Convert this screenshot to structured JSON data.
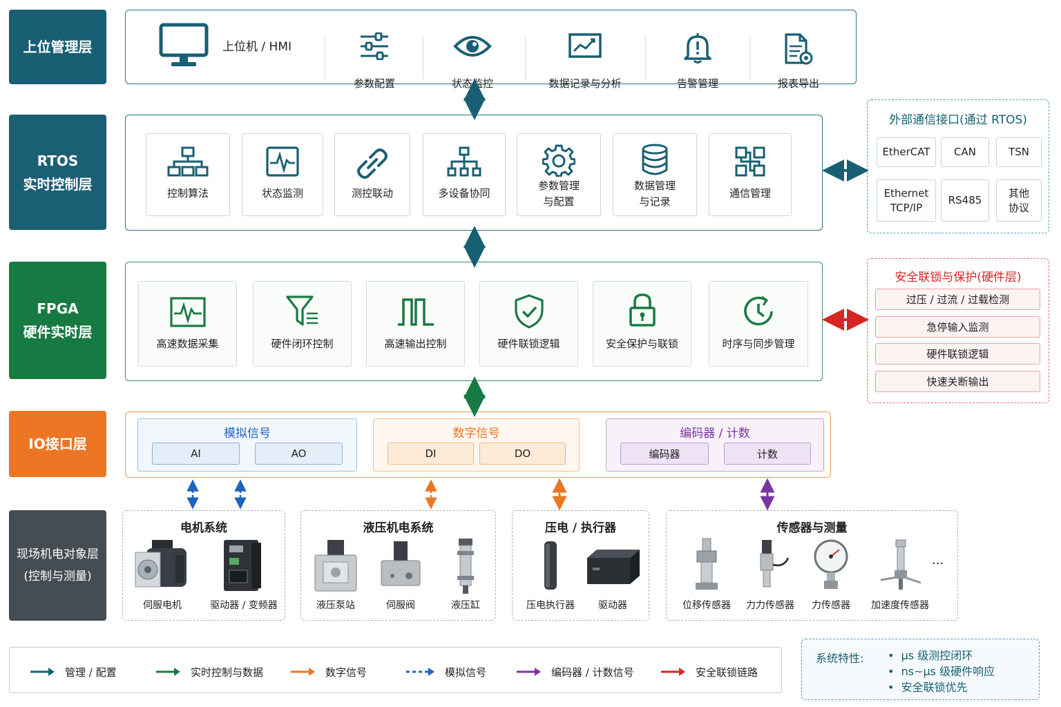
{
  "colors": {
    "mgmt": "#185f74",
    "rtos": "#1b5f75",
    "fpga": "#187a43",
    "io": "#ec7623",
    "field": "#454c52",
    "safety": "#d82525",
    "analog": "#1f63bd",
    "encoder": "#7a35a3"
  },
  "layers": {
    "mgmt": {
      "label": "上位管理层"
    },
    "rtos": {
      "label_line1": "RTOS",
      "label_line2": "实时控制层"
    },
    "fpga": {
      "label_line1": "FPGA",
      "label_line2": "硬件实时层"
    },
    "io": {
      "label": "IO接口层"
    },
    "field": {
      "label_line1": "现场机电对象层",
      "label_line2": "(控制与测量)"
    }
  },
  "mgmt_row": {
    "hmi_label": "上位机 / HMI",
    "items": [
      {
        "label": "参数配置",
        "icon": "sliders-icon"
      },
      {
        "label": "状态监控",
        "icon": "eye-icon"
      },
      {
        "label": "数据记录与分析",
        "icon": "line-chart-icon"
      },
      {
        "label": "告警管理",
        "icon": "bell-alert-icon"
      },
      {
        "label": "报表导出",
        "icon": "report-export-icon"
      }
    ]
  },
  "rtos_row": {
    "items": [
      {
        "label": "控制算法",
        "icon": "org-tree-icon"
      },
      {
        "label": "状态监测",
        "icon": "pulse-monitor-icon"
      },
      {
        "label": "测控联动",
        "icon": "link-icon"
      },
      {
        "label": "多设备协同",
        "icon": "network-icon"
      },
      {
        "label": "参数管理\n与配置",
        "icon": "gear-icon"
      },
      {
        "label": "数据管理\n与记录",
        "icon": "database-icon"
      },
      {
        "label": "通信管理",
        "icon": "comm-grid-icon"
      }
    ]
  },
  "external_comm": {
    "title": "外部通信接口(通过 RTOS)",
    "items": [
      "EtherCAT",
      "CAN",
      "TSN",
      "Ethernet\nTCP/IP",
      "RS485",
      "其他\n协议"
    ]
  },
  "fpga_row": {
    "items": [
      {
        "label": "高速数据采集",
        "icon": "waveform-icon"
      },
      {
        "label": "硬件闭环控制",
        "icon": "filter-icon"
      },
      {
        "label": "高速输出控制",
        "icon": "pulse-output-icon"
      },
      {
        "label": "硬件联锁逻辑",
        "icon": "shield-check-icon"
      },
      {
        "label": "安全保护与联锁",
        "icon": "padlock-icon"
      },
      {
        "label": "时序与同步管理",
        "icon": "clock-sync-icon"
      }
    ]
  },
  "safety": {
    "title": "安全联锁与保护(硬件层)",
    "items": [
      "过压 / 过流 / 过载检测",
      "急停输入监测",
      "硬件联锁逻辑",
      "快速关断输出"
    ]
  },
  "io_row": {
    "groups": [
      {
        "title": "模拟信号",
        "chips": [
          "AI",
          "AO"
        ]
      },
      {
        "title": "数字信号",
        "chips": [
          "DI",
          "DO"
        ]
      },
      {
        "title": "编码器 / 计数",
        "chips": [
          "编码器",
          "计数"
        ]
      }
    ]
  },
  "field_row": {
    "groups": [
      {
        "title": "电机系统",
        "devices": [
          {
            "label": "伺服电机",
            "icon": "servo-motor-icon"
          },
          {
            "label": "驱动器 / 变频器",
            "icon": "drive-unit-icon"
          }
        ]
      },
      {
        "title": "液压机电系统",
        "devices": [
          {
            "label": "液压泵站",
            "icon": "hydraulic-pump-icon"
          },
          {
            "label": "伺服阀",
            "icon": "servo-valve-icon"
          },
          {
            "label": "液压缸",
            "icon": "hydraulic-cylinder-icon"
          }
        ]
      },
      {
        "title": "压电 / 执行器",
        "devices": [
          {
            "label": "压电执行器",
            "icon": "piezo-actuator-icon"
          },
          {
            "label": "驱动器",
            "icon": "driver-box-icon"
          }
        ]
      },
      {
        "title": "传感器与测量",
        "devices": [
          {
            "label": "位移传感器",
            "icon": "displacement-sensor-icon"
          },
          {
            "label": "力力传感器",
            "icon": "pressure-sensor-icon"
          },
          {
            "label": "力传感器",
            "icon": "force-gauge-icon"
          },
          {
            "label": "加速度传感器",
            "icon": "accelerometer-icon"
          }
        ],
        "more": "···"
      }
    ]
  },
  "legend": [
    {
      "label": "管理 / 配置",
      "style": "mgmt"
    },
    {
      "label": "实时控制与数据",
      "style": "fpga"
    },
    {
      "label": "数字信号",
      "style": "io"
    },
    {
      "label": "模拟信号",
      "style": "analog"
    },
    {
      "label": "编码器 / 计数信号",
      "style": "encoder"
    },
    {
      "label": "安全联锁链路",
      "style": "safety"
    }
  ],
  "features": {
    "title": "系统特性:",
    "items": [
      "μs 级测控闭环",
      "ns~μs 级硬件响应",
      "安全联锁优先"
    ]
  }
}
